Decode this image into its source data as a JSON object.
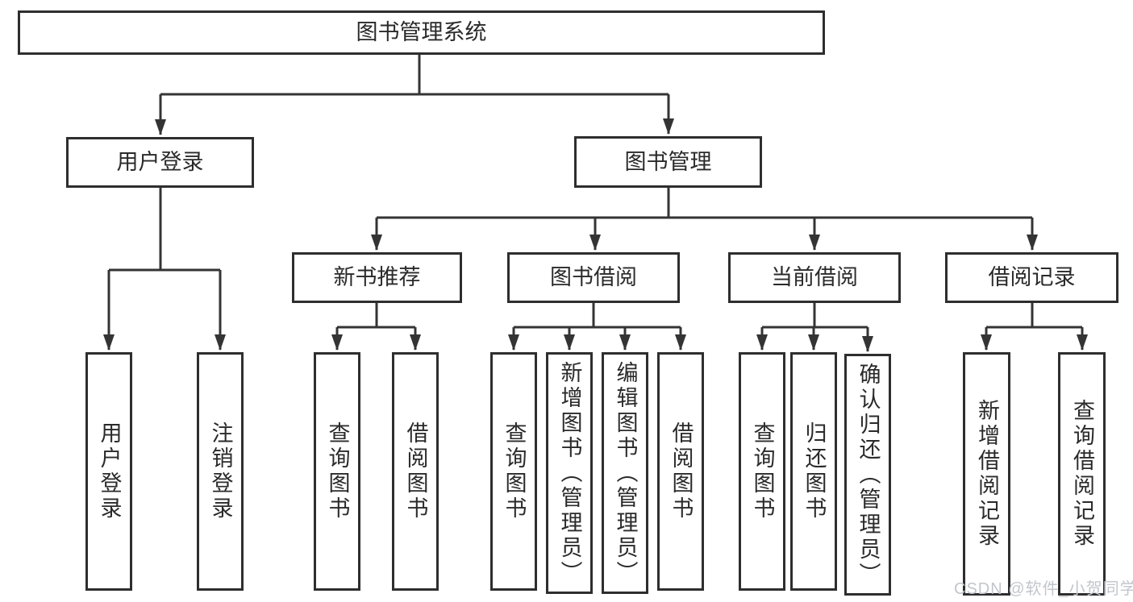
{
  "colors": {
    "line": "#343434",
    "box_border": "#2e2e2e",
    "text": "#2a2a2a",
    "background": "#ffffff",
    "watermark_text": "#c2c6cc"
  },
  "tree": {
    "root": {
      "label": "图书管理系统",
      "children": [
        {
          "label": "用户登录",
          "children": [
            {
              "label": "用户登录"
            },
            {
              "label": "注销登录"
            }
          ]
        },
        {
          "label": "图书管理",
          "children": [
            {
              "label": "新书推荐",
              "children": [
                {
                  "label": "查询图书"
                },
                {
                  "label": "借阅图书"
                }
              ]
            },
            {
              "label": "图书借阅",
              "children": [
                {
                  "label": "查询图书"
                },
                {
                  "label": "新增图书（管理员）"
                },
                {
                  "label": "编辑图书（管理员）"
                },
                {
                  "label": "借阅图书"
                }
              ]
            },
            {
              "label": "当前借阅",
              "children": [
                {
                  "label": "查询图书"
                },
                {
                  "label": "归还图书"
                },
                {
                  "label": "确认归还（管理员）"
                }
              ]
            },
            {
              "label": "借阅记录",
              "children": [
                {
                  "label": "新增借阅记录"
                },
                {
                  "label": "查询借阅记录"
                }
              ]
            }
          ]
        }
      ]
    }
  },
  "watermark": {
    "text": "CSDN @软件_小贺同学"
  }
}
